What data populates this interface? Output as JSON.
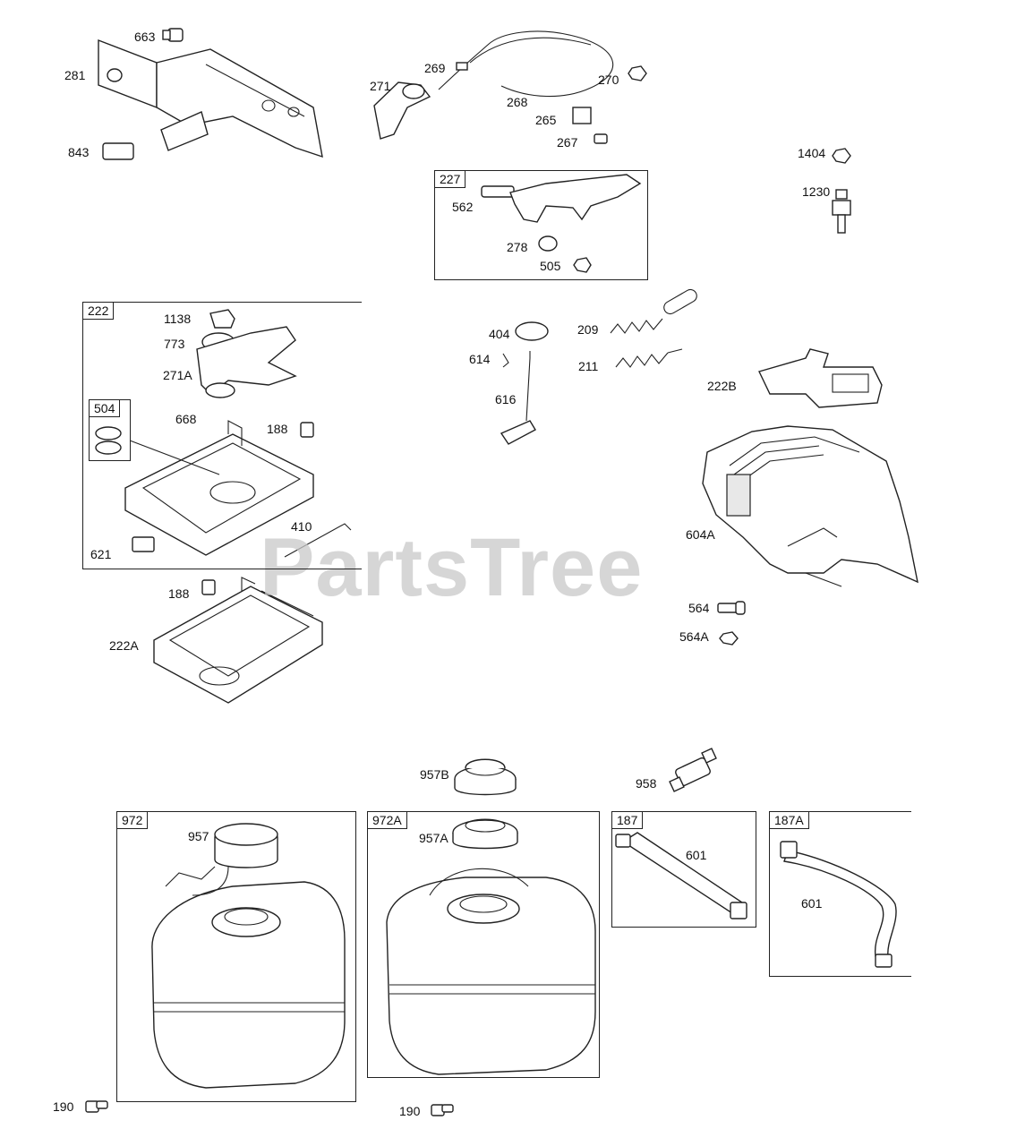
{
  "watermark": "PartsTree",
  "boxes": {
    "b227": "227",
    "b222": "222",
    "b504": "504",
    "b972": "972",
    "b972a": "972A",
    "b187": "187",
    "b187a": "187A"
  },
  "labels": {
    "l663": "663",
    "l281": "281",
    "l843": "843",
    "l269": "269",
    "l271": "271",
    "l268": "268",
    "l270": "270",
    "l265": "265",
    "l267": "267",
    "l1404": "1404",
    "l1230": "1230",
    "l562": "562",
    "l278": "278",
    "l505": "505",
    "l1138": "1138",
    "l773": "773",
    "l271a": "271A",
    "l668": "668",
    "l188a": "188",
    "l621": "621",
    "l410": "410",
    "l188b": "188",
    "l222a": "222A",
    "l404": "404",
    "l614": "614",
    "l616": "616",
    "l209": "209",
    "l211": "211",
    "l222b": "222B",
    "l604a": "604A",
    "l564": "564",
    "l564a": "564A",
    "l957b": "957B",
    "l958": "958",
    "l957": "957",
    "l957a": "957A",
    "l601a": "601",
    "l601b": "601",
    "l190a": "190",
    "l190b": "190"
  }
}
